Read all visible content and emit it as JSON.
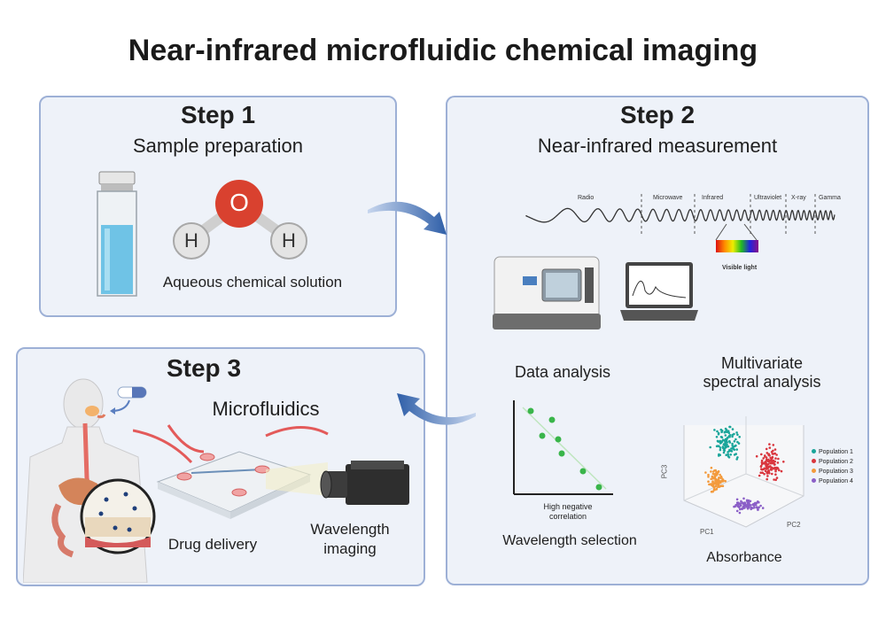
{
  "title": "Near-infrared microfluidic chemical imaging",
  "step1": {
    "heading": "Step 1",
    "subtitle": "Sample preparation",
    "molecule_label": "Aqueous chemical solution",
    "atoms": {
      "oxygen": "O",
      "hydrogen_left": "H",
      "hydrogen_right": "H"
    }
  },
  "step2": {
    "heading": "Step 2",
    "subtitle": "Near-infrared measurement",
    "spectrum_bands": [
      "Radio",
      "Microwave",
      "Infrared",
      "Ultraviolet",
      "X-ray",
      "Gamma"
    ],
    "visible_label": "Visible light",
    "data_analysis": "Data analysis",
    "multivariate": "Multivariate spectral analysis",
    "correlation_label": "High negative correlation",
    "wavelength_selection": "Wavelength selection",
    "absorbance": "Absorbance",
    "scatter_axes": {
      "z": "PC3",
      "x": "PC1",
      "y": "PC2"
    },
    "legend": [
      "Population 1",
      "Population 2",
      "Population 3",
      "Population 4"
    ],
    "colors": {
      "p1": "#1aa59a",
      "p2": "#d9363e",
      "p3": "#f39a3c",
      "p4": "#8b5fc7"
    }
  },
  "step3": {
    "heading": "Step 3",
    "subtitle": "Microfluidics",
    "drug_delivery": "Drug delivery",
    "wavelength_imaging": "Wavelength imaging"
  }
}
